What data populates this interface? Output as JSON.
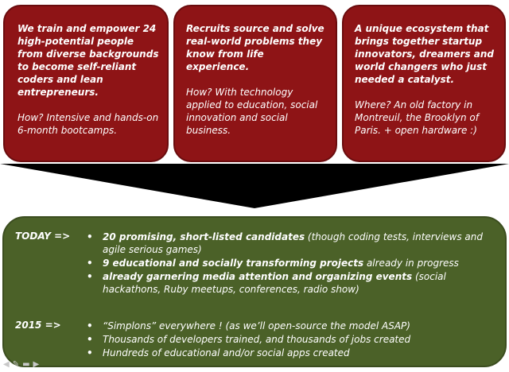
{
  "cards": [
    {
      "lead": "We train and empower 24 high-potential people from diverse backgrounds to become self-reliant coders and lean entrepreneurs.",
      "how": "How? Intensive and hands-on 6-month bootcamps."
    },
    {
      "lead": "Recruits source and solve real-world problems they know from life experience.",
      "how": "How? With technology applied to education, social innovation and social business."
    },
    {
      "lead": "A unique ecosystem that brings together startup innovators, dreamers and world changers who just needed a catalyst.",
      "how": "Where? An old factory in Montreuil, the Brooklyn of Paris. + open hardware :)"
    }
  ],
  "today": {
    "label": "TODAY =>",
    "items": [
      {
        "bold": "20 promising, short-listed candidates",
        "rest": " (though coding tests, interviews and agile serious games)"
      },
      {
        "bold": "9 educational and socially transforming projects",
        "rest": " already in progress"
      },
      {
        "bold": "already garnering media attention and organizing events",
        "rest": " (social hackathons, Ruby meetups, conferences, radio show)"
      }
    ]
  },
  "y2015": {
    "label": "2015 =>",
    "items": [
      "“Simplons” everywhere ! (as we’ll open-source the model ASAP)",
      "Thousands of developers trained, and thousands of jobs created",
      "Hundreds of educational and/or social apps created"
    ]
  },
  "bullet": "•",
  "colors": {
    "card": "#8e1416",
    "panel": "#4b6128",
    "arrow": "#000000"
  }
}
